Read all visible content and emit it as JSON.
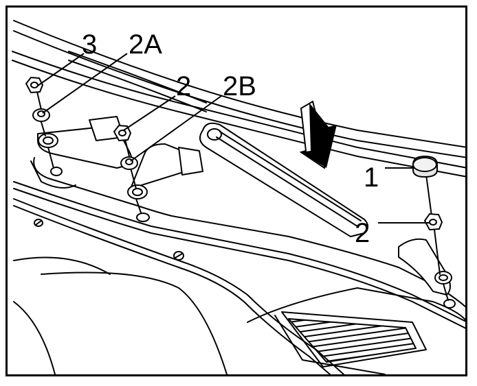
{
  "labels": {
    "nut_3": "3",
    "washer_2A": "2A",
    "nut_2_left": "2",
    "washer_2B": "2B",
    "cap_1": "1",
    "nut_2_right": "2"
  },
  "colors": {
    "line": "#000000",
    "background": "#ffffff",
    "cap_fill": "#e6e6e6"
  },
  "icons": [
    "down-arrow-icon",
    "hex-nut-icon",
    "washer-icon",
    "nut-cap-icon"
  ]
}
